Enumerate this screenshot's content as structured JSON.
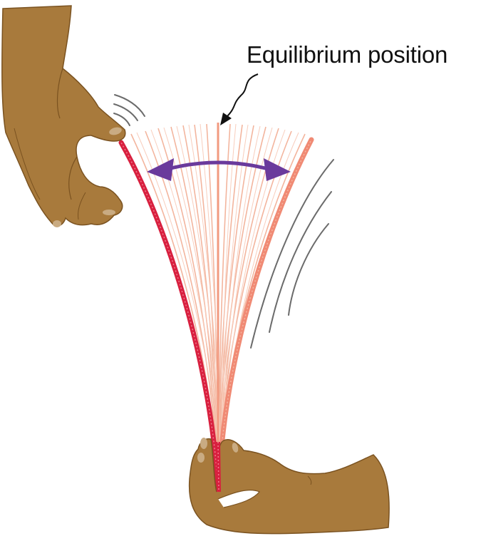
{
  "diagram": {
    "title_label": "Equilibrium position",
    "colors": {
      "skin": "#a87a3c",
      "skin_outline": "#7a5220",
      "nail": "#c9ab82",
      "ruler_left": "#d8203f",
      "ruler_right": "#f08a74",
      "ghost_lines": "#f3b59e",
      "arrow": "#6a3a9c",
      "motion_lines": "#6b6b6b",
      "label_text": "#111111"
    },
    "elements": {
      "top_hand": "Hand flicking the top of a ruler",
      "bottom_hand": "Hand holding the base of the ruler",
      "ruler": "Flexible ruler oscillating between two extremes",
      "double_arrow": "Oscillation range",
      "pointer": "Wavy arrow pointing to the equilibrium position"
    }
  }
}
